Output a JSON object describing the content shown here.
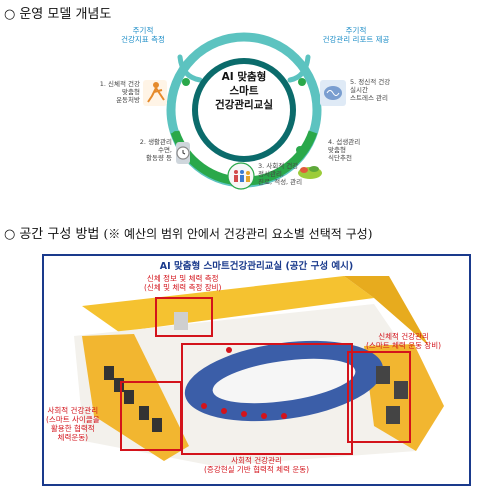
{
  "section1": {
    "bullet": "○",
    "title": "운영 모델 개념도"
  },
  "center": {
    "line1": "AI 맞춤형",
    "line2": "스마트",
    "line3": "건강관리교실"
  },
  "periodic": {
    "left": {
      "line1": "주기적",
      "line2": "건강지표 측정"
    },
    "right": {
      "line1": "주기적",
      "line2": "건강관리 리포트 제공"
    }
  },
  "nodes": [
    {
      "title": "1. 신체적 건강",
      "sub1": "맞춤형",
      "sub2": "운동처방"
    },
    {
      "title": "2. 생활관리",
      "sub1": "수면,",
      "sub2": "활동량 등"
    },
    {
      "title": "3. 사회적 건강",
      "sub1": "정서관리,",
      "sub2": "진로, 적성, 관리"
    },
    {
      "title": "4. 섭생관리",
      "sub1": "맞춤형",
      "sub2": "식단추천"
    },
    {
      "title": "5. 정신적 건강",
      "sub1": "실시간",
      "sub2": "스트레스 관리"
    }
  ],
  "section2": {
    "bullet": "○",
    "title": "공간 구성 방법",
    "note": "(※ 예산의 범위 안에서 건강관리 요소별 선택적 구성)"
  },
  "room": {
    "title": "AI 맞춤형 스마트건강관리교실 (공간 구성 예시)",
    "callouts": {
      "body_measure": {
        "line1": "신체 정보 및 체력 측정",
        "line2": "(신체 및 체력 측정 장비)"
      },
      "physical": {
        "line1": "신체적 건강관리",
        "line2": "(스마트 체력 운동 장비)"
      },
      "social_left": {
        "line1": "사회적 건강관리",
        "line2": "(스마트 사이클을",
        "line3": "활용한 협력적",
        "line4": "체력운동)"
      },
      "social_bottom": {
        "line1": "사회적 건강관리",
        "line2": "(증강현실 기반 협력적 체력 운동)"
      }
    }
  },
  "colors": {
    "ring_green": "#2aa84a",
    "ring_teal": "#5cc3c0",
    "hub_dark": "#0b6b6b",
    "callout_red": "#d3131b",
    "frame_blue": "#1a3a8c",
    "wall_yellow": "#f5c230",
    "track_blue": "#3b5ea8"
  }
}
